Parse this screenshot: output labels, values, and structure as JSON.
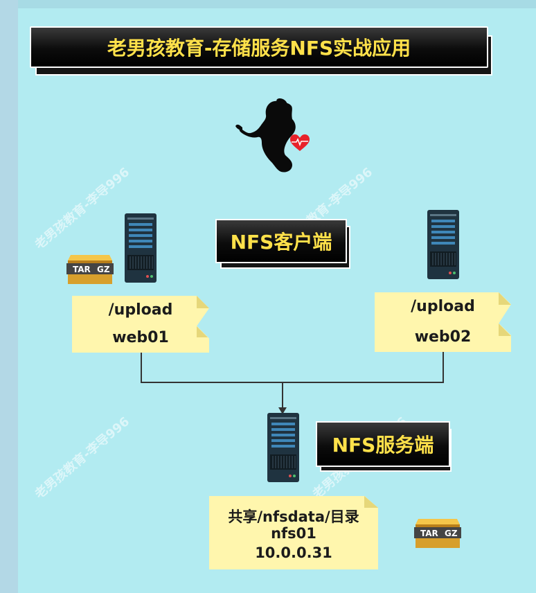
{
  "title": "老男孩教育-存储服务NFS实战应用",
  "client_label": "NFS客户端",
  "server_label": "NFS服务端",
  "web01": {
    "path": "/upload",
    "name": "web01"
  },
  "web02": {
    "path": "/upload",
    "name": "web02"
  },
  "nfs01": {
    "share": "共享/nfsdata/目录",
    "name": "nfs01",
    "ip": "10.0.0.31"
  },
  "archive_icon": {
    "left": "TAR",
    "right": "GZ"
  },
  "watermark": "老男孩教育-李导996",
  "colors": {
    "background": "#b2ebf1",
    "label_text": "#ffe14a",
    "note": "#fff6ad",
    "server": "#1f3340"
  },
  "icons": [
    "server-icon",
    "tar-gz-archive-icon",
    "woman-silhouette-icon",
    "heart-icon"
  ]
}
